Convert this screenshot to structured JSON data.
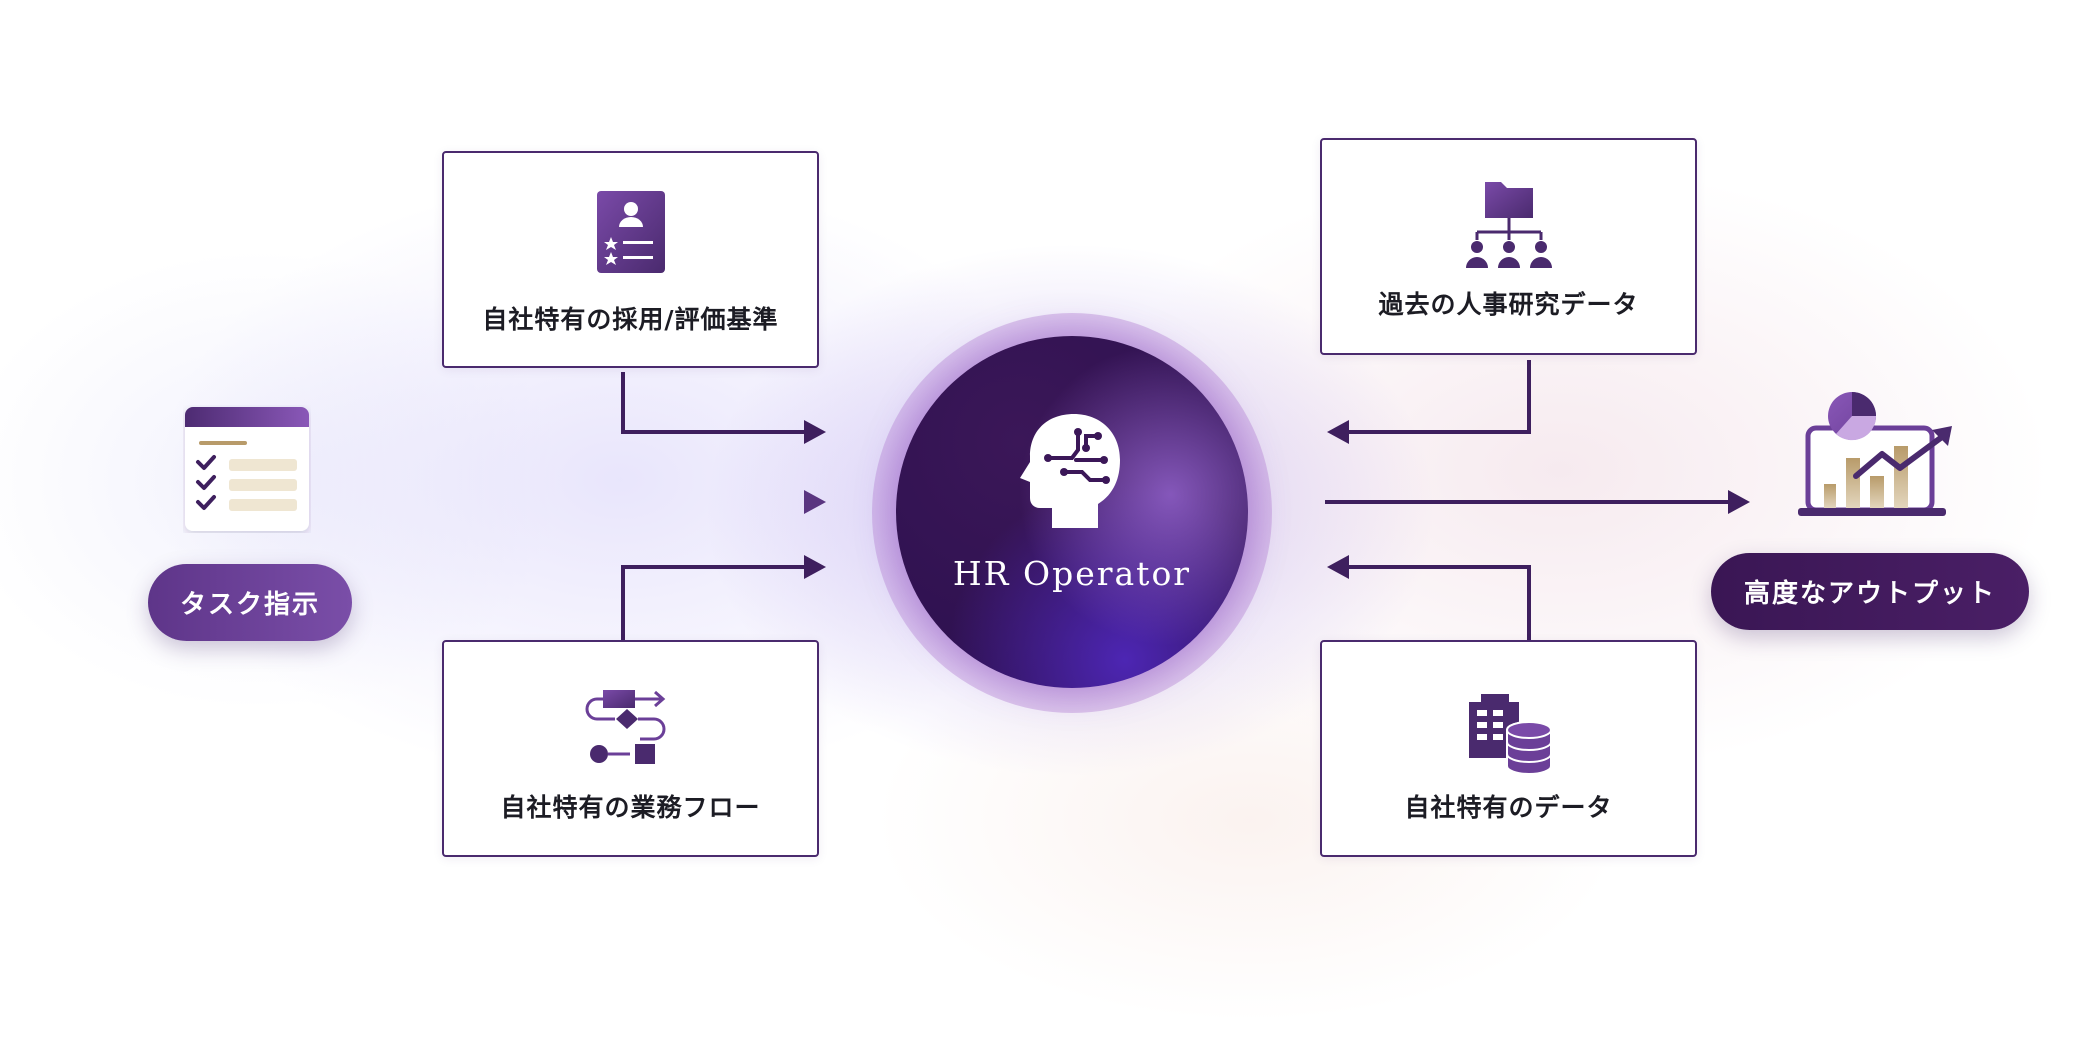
{
  "core": {
    "title": "HR Operator",
    "icon": "brain-head-icon"
  },
  "inputs": {
    "task": {
      "label": "タスク指示",
      "icon": "checklist-icon"
    },
    "criteria": {
      "label": "自社特有の採用/評価基準",
      "icon": "profile-card-icon"
    },
    "workflow": {
      "label": "自社特有の業務フロー",
      "icon": "flowchart-icon"
    },
    "research": {
      "label": "過去の人事研究データ",
      "icon": "org-folder-icon"
    },
    "company_data": {
      "label": "自社特有のデータ",
      "icon": "building-database-icon"
    }
  },
  "output": {
    "label": "高度なアウトプット",
    "icon": "chart-report-icon"
  },
  "colors": {
    "primary": "#4a2a6e",
    "pill_task": "#6b3f98",
    "pill_output": "#3e1a58",
    "accent_gold": "#c8b48c",
    "core_dark": "#2e1150"
  }
}
